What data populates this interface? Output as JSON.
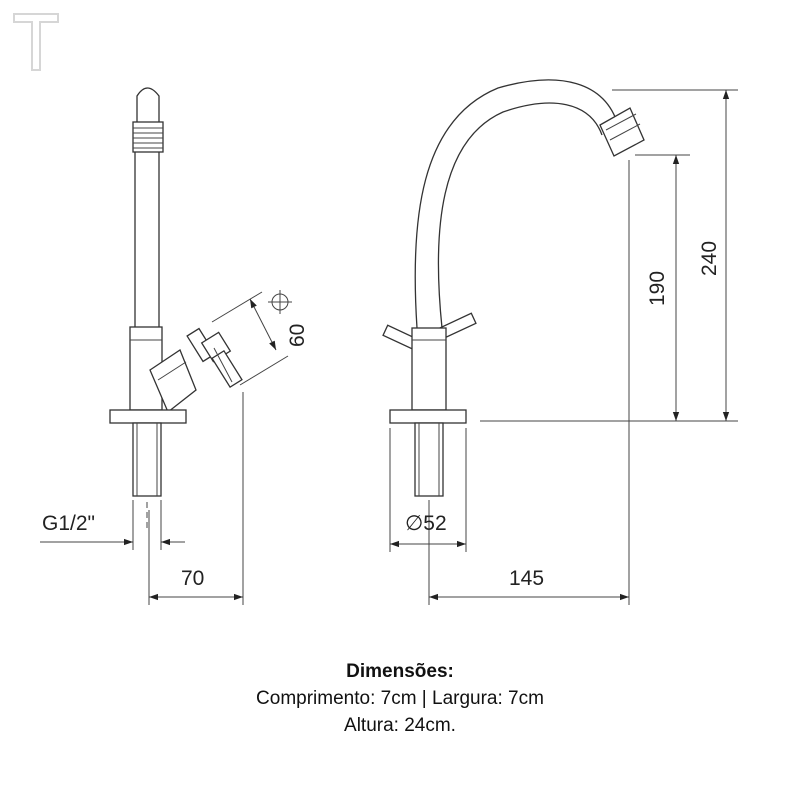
{
  "dimensions": {
    "thread": "G1/2\"",
    "handle_height": "60",
    "depth": "70",
    "spout_height": "190",
    "total_height": "240",
    "base_diameter": "∅52",
    "reach": "145"
  },
  "caption": {
    "heading": "Dimensões:",
    "line1": "Comprimento: 7cm | Largura: 7cm",
    "line2": "Altura: 24cm."
  },
  "colors": {
    "line": "#333333",
    "text": "#222222",
    "logo": "#d6d6d6"
  },
  "icons": {
    "brand_logo": "t-logo-icon"
  }
}
